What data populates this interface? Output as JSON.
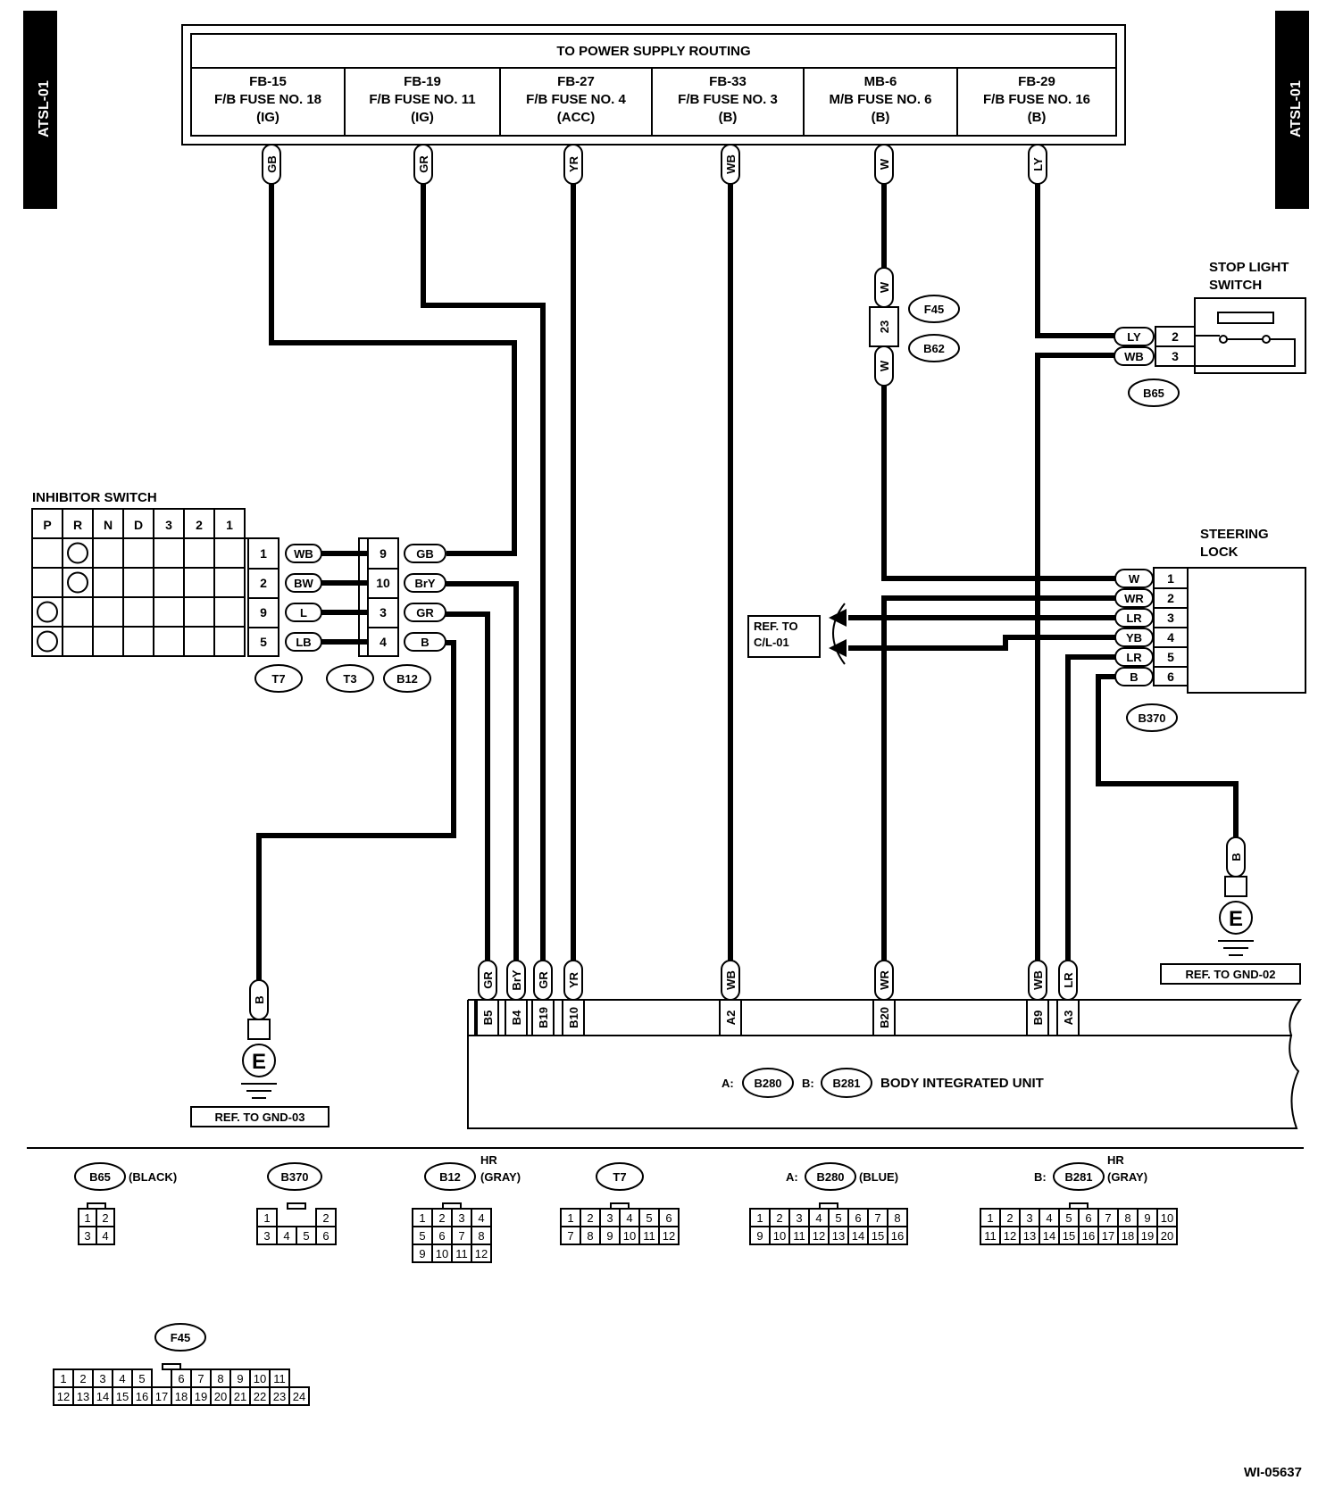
{
  "tags": {
    "left": "ATSL-01",
    "right": "ATSL-01"
  },
  "power": {
    "title": "TO POWER SUPPLY ROUTING",
    "columns": [
      {
        "l1": "FB-15",
        "l2": "F/B FUSE NO. 18",
        "l3": "(IG)",
        "wire": "GB"
      },
      {
        "l1": "FB-19",
        "l2": "F/B FUSE NO. 11",
        "l3": "(IG)",
        "wire": "GR"
      },
      {
        "l1": "FB-27",
        "l2": "F/B FUSE NO. 4",
        "l3": "(ACC)",
        "wire": "YR"
      },
      {
        "l1": "FB-33",
        "l2": "F/B FUSE NO. 3",
        "l3": "(B)",
        "wire": "WB"
      },
      {
        "l1": "MB-6",
        "l2": "M/B FUSE NO. 6",
        "l3": "(B)",
        "wire": "W"
      },
      {
        "l1": "FB-29",
        "l2": "F/B FUSE NO. 16",
        "l3": "(B)",
        "wire": "LY"
      }
    ]
  },
  "inline_conn": {
    "wire_top": "W",
    "pin": "23",
    "wire_bottom": "W",
    "c1": "F45",
    "c2": "B62"
  },
  "stop_light": {
    "title1": "STOP LIGHT",
    "title2": "SWITCH",
    "connector": "B65",
    "pins": [
      {
        "wire": "LY",
        "pin": "2"
      },
      {
        "wire": "WB",
        "pin": "3"
      }
    ]
  },
  "inhibitor": {
    "title": "INHIBITOR SWITCH",
    "positions": [
      "P",
      "R",
      "N",
      "D",
      "3",
      "2",
      "1"
    ],
    "t7": [
      {
        "pin": "1",
        "wire": "WB"
      },
      {
        "pin": "2",
        "wire": "BW"
      },
      {
        "pin": "9",
        "wire": "L"
      },
      {
        "pin": "5",
        "wire": "LB"
      }
    ],
    "b12": [
      {
        "pin": "9",
        "wire": "GB"
      },
      {
        "pin": "10",
        "wire": "BrY"
      },
      {
        "pin": "3",
        "wire": "GR"
      },
      {
        "pin": "4",
        "wire": "B"
      }
    ],
    "connectors": [
      "T7",
      "T3",
      "B12"
    ]
  },
  "steering": {
    "title1": "STEERING",
    "title2": "LOCK",
    "connector": "B370",
    "pins": [
      {
        "wire": "W",
        "pin": "1"
      },
      {
        "wire": "WR",
        "pin": "2"
      },
      {
        "wire": "LR",
        "pin": "3"
      },
      {
        "wire": "YB",
        "pin": "4"
      },
      {
        "wire": "LR",
        "pin": "5"
      },
      {
        "wire": "B",
        "pin": "6"
      }
    ]
  },
  "ref_cl": {
    "l1": "REF. TO",
    "l2": "C/L-01"
  },
  "ground_left": {
    "wire": "B",
    "sym": "E",
    "ref": "REF. TO GND-03"
  },
  "ground_right": {
    "wire": "B",
    "sym": "E",
    "ref": "REF. TO GND-02"
  },
  "biu": {
    "terminals": [
      {
        "wire": "GR",
        "pin": "B5"
      },
      {
        "wire": "BrY",
        "pin": "B4"
      },
      {
        "wire": "GR",
        "pin": "B19"
      },
      {
        "wire": "YR",
        "pin": "B10"
      },
      {
        "wire": "WB",
        "pin": "A2"
      },
      {
        "wire": "WR",
        "pin": "B20"
      },
      {
        "wire": "WB",
        "pin": "B9"
      },
      {
        "wire": "LR",
        "pin": "A3"
      }
    ],
    "a_prefix": "A:",
    "a_conn": "B280",
    "b_prefix": "B:",
    "b_conn": "B281",
    "name": "BODY INTEGRATED UNIT"
  },
  "legend": {
    "b65": {
      "name": "B65",
      "note": "(BLACK)",
      "rows": [
        [
          "1",
          "2"
        ],
        [
          "3",
          "4"
        ]
      ]
    },
    "b370": {
      "name": "B370",
      "rows": [
        [
          "1",
          "",
          "",
          "2"
        ],
        [
          "3",
          "4",
          "5",
          "6"
        ]
      ]
    },
    "b12": {
      "name": "B12",
      "note_top": "HR",
      "note": "(GRAY)",
      "rows": [
        [
          "1",
          "2",
          "3",
          "4"
        ],
        [
          "5",
          "6",
          "7",
          "8"
        ],
        [
          "9",
          "10",
          "11",
          "12"
        ]
      ]
    },
    "t7": {
      "name": "T7",
      "rows": [
        [
          "1",
          "2",
          "3",
          "4",
          "5",
          "6"
        ],
        [
          "7",
          "8",
          "9",
          "10",
          "11",
          "12"
        ]
      ]
    },
    "b280": {
      "prefix": "A:",
      "name": "B280",
      "note": "(BLUE)",
      "rows": [
        [
          "1",
          "2",
          "3",
          "4",
          "5",
          "6",
          "7",
          "8"
        ],
        [
          "9",
          "10",
          "11",
          "12",
          "13",
          "14",
          "15",
          "16"
        ]
      ]
    },
    "b281": {
      "prefix": "B:",
      "name": "B281",
      "note_top": "HR",
      "note": "(GRAY)",
      "rows": [
        [
          "1",
          "2",
          "3",
          "4",
          "5",
          "6",
          "7",
          "8",
          "9",
          "10"
        ],
        [
          "11",
          "12",
          "13",
          "14",
          "15",
          "16",
          "17",
          "18",
          "19",
          "20"
        ]
      ]
    },
    "f45": {
      "name": "F45",
      "rows": [
        [
          "1",
          "2",
          "3",
          "4",
          "5",
          "",
          "6",
          "7",
          "8",
          "9",
          "10",
          "11"
        ],
        [
          "12",
          "13",
          "14",
          "15",
          "16",
          "17",
          "18",
          "19",
          "20",
          "21",
          "22",
          "23",
          "24"
        ]
      ]
    }
  },
  "figure_id": "WI-05637"
}
